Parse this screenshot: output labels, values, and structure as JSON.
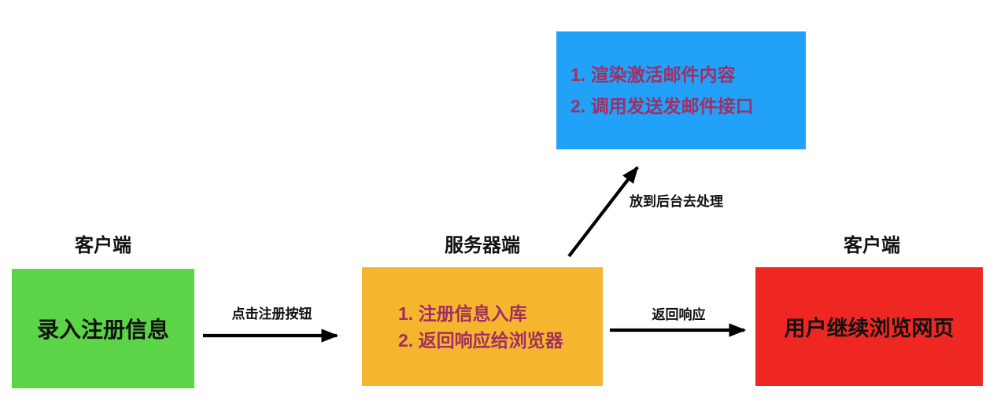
{
  "diagram": {
    "title_hint": "registration-email-flow",
    "background_color": "#ffffff",
    "column_labels": [
      {
        "label": "客户端"
      },
      {
        "label": "服务器端"
      },
      {
        "label": "客户端"
      }
    ],
    "boxes": {
      "client_input": {
        "label": "录入注册信息",
        "bg": "#5cd447",
        "text_color": "#111111"
      },
      "server": {
        "lines": [
          "1. 注册信息入库",
          "2. 返回响应给浏览器"
        ],
        "bg": "#f5b52e",
        "text_color": "#a22e63"
      },
      "background_task": {
        "lines": [
          "1. 渲染激活邮件内容",
          "2. 调用发送发邮件接口"
        ],
        "bg": "#21a2f8",
        "text_color": "#a22e63"
      },
      "client_result": {
        "label": "用户继续浏览网页",
        "bg": "#ee2722",
        "text_color": "#111111"
      }
    },
    "arrows": [
      {
        "label": "点击注册按钮"
      },
      {
        "label": "返回响应"
      },
      {
        "label": "放到后台去处理"
      }
    ],
    "arrow_color": "#000000"
  }
}
